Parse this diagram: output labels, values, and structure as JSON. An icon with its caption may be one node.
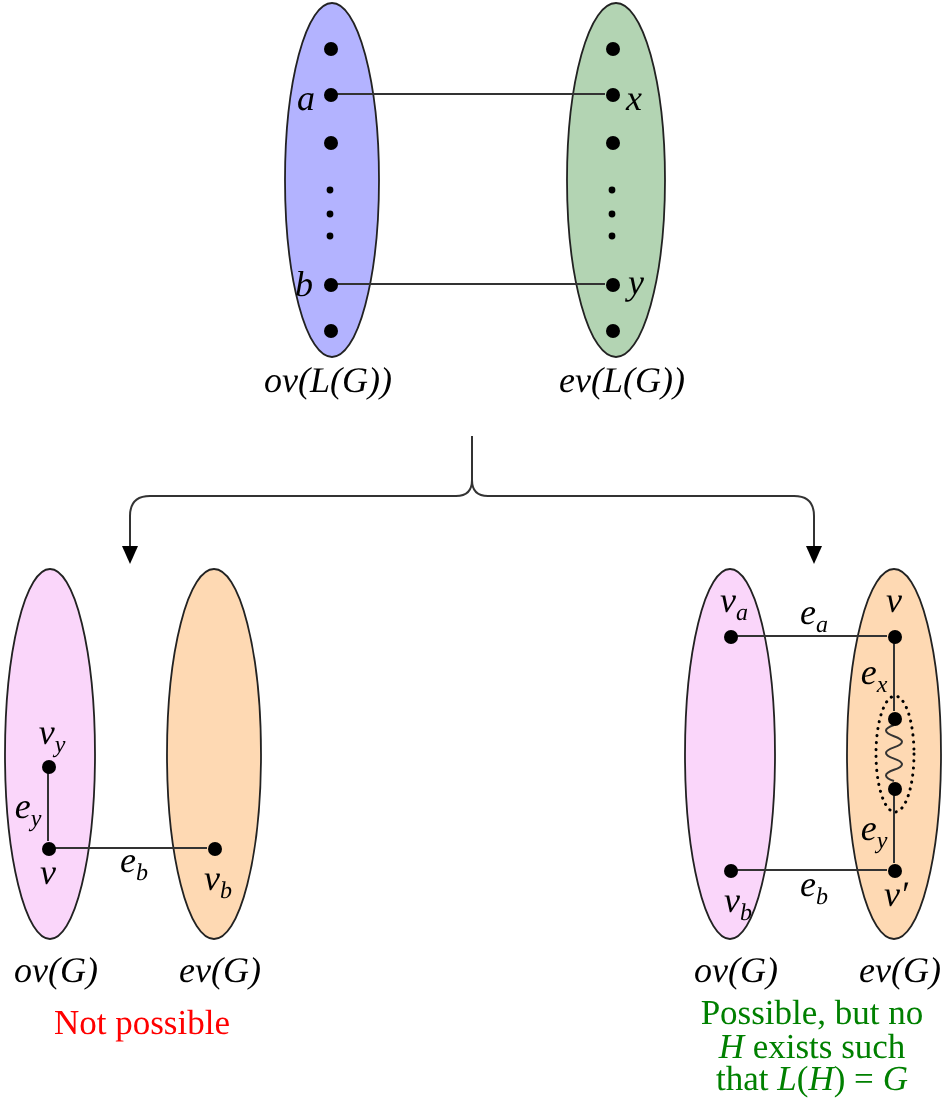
{
  "diagram": {
    "nodes": [
      {
        "text": [
          "ov(L(G))"
        ]
      },
      {
        "text": [],
        "shape": "circle",
        "in": 0
      },
      {
        "text": [],
        "shape": "circle",
        "in": 0,
        "beside": [
          "a"
        ]
      },
      {
        "text": [],
        "shape": "circle",
        "in": 0
      },
      {
        "text": [],
        "shape": "circle",
        "in": 0,
        "beside": [
          "b"
        ]
      },
      {
        "text": [],
        "shape": "circle",
        "in": 0
      },
      {
        "text": [
          "ev(L(G))"
        ]
      },
      {
        "text": [],
        "shape": "circle",
        "in": 6
      },
      {
        "text": [],
        "shape": "circle",
        "in": 6,
        "beside": [
          "x"
        ]
      },
      {
        "text": [],
        "shape": "circle",
        "in": 6
      },
      {
        "text": [],
        "shape": "circle",
        "in": 6,
        "beside": [
          "y"
        ]
      },
      {
        "text": [],
        "shape": "circle",
        "in": 6
      },
      {
        "text": [
          "ov(G)"
        ]
      },
      {
        "text": [],
        "shape": "circle",
        "in": 12,
        "beside": [
          "v$_{y}$"
        ]
      },
      {
        "text": [],
        "shape": "circle",
        "in": 12,
        "beside": [
          "v"
        ]
      },
      {
        "text": [
          "ev(G)"
        ]
      },
      {
        "text": [],
        "shape": "circle",
        "in": 15,
        "beside": [
          "v$_{b}$"
        ]
      },
      {
        "text": [
          "ov(G)"
        ]
      },
      {
        "text": [],
        "shape": "circle",
        "in": 17,
        "beside": [
          "v$_{a}$"
        ]
      },
      {
        "text": [],
        "shape": "circle",
        "in": 17,
        "beside": [
          "v$_{b}$"
        ]
      },
      {
        "text": [
          "ev(G)"
        ]
      },
      {
        "text": [],
        "shape": "circle",
        "in": 20,
        "beside": [
          "v"
        ]
      },
      {
        "text": [],
        "shape": "ellipse",
        "in": 20
      },
      {
        "text": [],
        "shape": "circle",
        "in": 22
      },
      {
        "text": [],
        "shape": "circle",
        "in": 22
      },
      {
        "text": [],
        "shape": "circle",
        "in": 20,
        "beside": [
          "v′"
        ]
      }
    ],
    "edges": [
      {
        "from": 2,
        "to": 8,
        "arrow": "none"
      },
      {
        "from": 4,
        "to": 10,
        "arrow": "none"
      },
      {
        "from": 13,
        "to": 14,
        "arrow": "none",
        "label": "e$_{y}$"
      },
      {
        "from": 14,
        "to": 16,
        "arrow": "none",
        "label": "e$_{b}$"
      },
      {
        "from": 18,
        "to": 21,
        "arrow": "none",
        "label": "e$_{a}$"
      },
      {
        "from": 21,
        "to": 23,
        "arrow": "none",
        "label": "e$_{x}$"
      },
      {
        "from": 23,
        "to": 24,
        "arrow": "none"
      },
      {
        "from": 24,
        "to": 25,
        "arrow": "none",
        "label": "e$_{y}$"
      },
      {
        "from": 19,
        "to": 25,
        "arrow": "none",
        "label": "e$_{b}$"
      }
    ],
    "labels": [
      "Not possible",
      "Possible, but no *H* exists such that *L*(*H*) = *G*"
    ]
  }
}
